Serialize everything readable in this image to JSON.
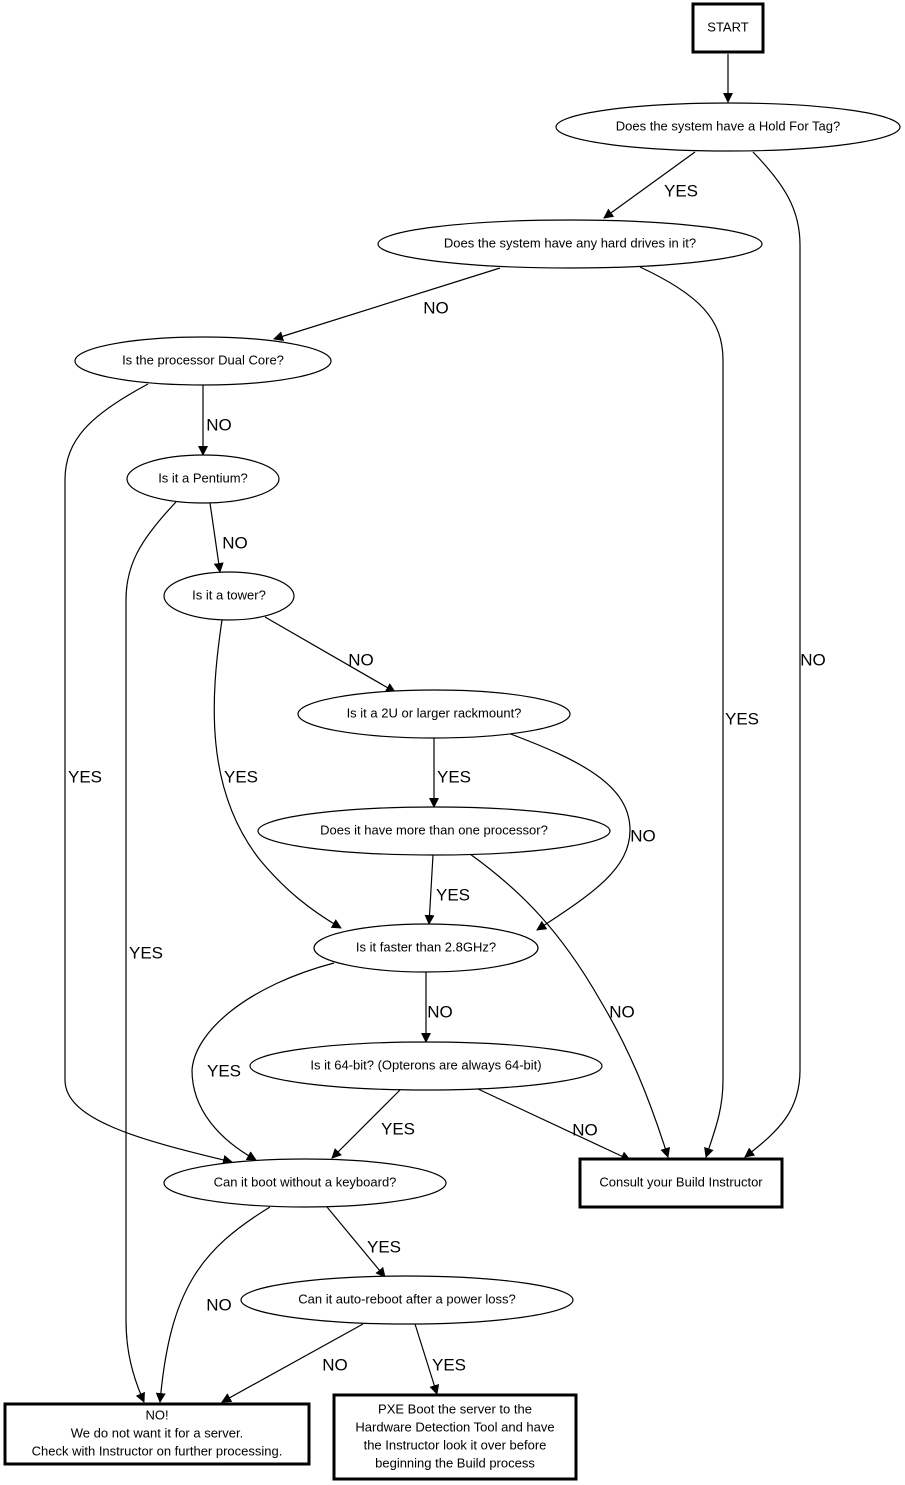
{
  "title": "Server Build Decision Flowchart",
  "nodes": {
    "start": {
      "lines": [
        "START"
      ],
      "shape": "box"
    },
    "hold_tag": {
      "lines": [
        "Does the system have a Hold For Tag?"
      ],
      "shape": "ellipse"
    },
    "hard_drives": {
      "lines": [
        "Does the system have any hard drives in it?"
      ],
      "shape": "ellipse"
    },
    "dual_core": {
      "lines": [
        "Is the processor Dual Core?"
      ],
      "shape": "ellipse"
    },
    "pentium": {
      "lines": [
        "Is it a Pentium?"
      ],
      "shape": "ellipse"
    },
    "tower": {
      "lines": [
        "Is it a tower?"
      ],
      "shape": "ellipse"
    },
    "rackmount": {
      "lines": [
        "Is it a 2U or larger rackmount?"
      ],
      "shape": "ellipse"
    },
    "multi_proc": {
      "lines": [
        "Does it have more than one processor?"
      ],
      "shape": "ellipse"
    },
    "faster": {
      "lines": [
        "Is it faster than 2.8GHz?"
      ],
      "shape": "ellipse"
    },
    "bit64": {
      "lines": [
        "Is it 64-bit? (Opterons are always 64-bit)"
      ],
      "shape": "ellipse"
    },
    "keyboard": {
      "lines": [
        "Can it boot without a keyboard?"
      ],
      "shape": "ellipse"
    },
    "consult": {
      "lines": [
        "Consult your Build Instructor"
      ],
      "shape": "box"
    },
    "autoreboot": {
      "lines": [
        "Can it auto-reboot after a power loss?"
      ],
      "shape": "ellipse"
    },
    "no_server": {
      "lines": [
        "NO!",
        "We do not want it for a server.",
        "Check with Instructor on further processing."
      ],
      "shape": "box"
    },
    "pxe": {
      "lines": [
        "PXE Boot the server to the",
        "Hardware Detection Tool and have",
        "the Instructor look it over before",
        "beginning the Build process"
      ],
      "shape": "box"
    }
  },
  "edges": [
    {
      "from": "start",
      "to": "hold_tag",
      "label": ""
    },
    {
      "from": "hold_tag",
      "to": "hard_drives",
      "label": "YES"
    },
    {
      "from": "hold_tag",
      "to": "consult",
      "label": "NO"
    },
    {
      "from": "hard_drives",
      "to": "dual_core",
      "label": "NO"
    },
    {
      "from": "hard_drives",
      "to": "consult",
      "label": "YES"
    },
    {
      "from": "dual_core",
      "to": "pentium",
      "label": "NO"
    },
    {
      "from": "dual_core",
      "to": "keyboard",
      "label": "YES"
    },
    {
      "from": "pentium",
      "to": "tower",
      "label": "NO"
    },
    {
      "from": "pentium",
      "to": "no_server",
      "label": "YES"
    },
    {
      "from": "tower",
      "to": "rackmount",
      "label": "NO"
    },
    {
      "from": "tower",
      "to": "faster",
      "label": "YES"
    },
    {
      "from": "rackmount",
      "to": "multi_proc",
      "label": "YES"
    },
    {
      "from": "rackmount",
      "to": "faster",
      "label": "NO"
    },
    {
      "from": "multi_proc",
      "to": "faster",
      "label": "YES"
    },
    {
      "from": "multi_proc",
      "to": "consult",
      "label": "NO"
    },
    {
      "from": "faster",
      "to": "bit64",
      "label": "NO"
    },
    {
      "from": "faster",
      "to": "keyboard",
      "label": "YES"
    },
    {
      "from": "bit64",
      "to": "keyboard",
      "label": "YES"
    },
    {
      "from": "bit64",
      "to": "consult",
      "label": "NO"
    },
    {
      "from": "keyboard",
      "to": "autoreboot",
      "label": "YES"
    },
    {
      "from": "keyboard",
      "to": "no_server",
      "label": "NO"
    },
    {
      "from": "autoreboot",
      "to": "no_server",
      "label": "NO"
    },
    {
      "from": "autoreboot",
      "to": "pxe",
      "label": "YES"
    }
  ]
}
